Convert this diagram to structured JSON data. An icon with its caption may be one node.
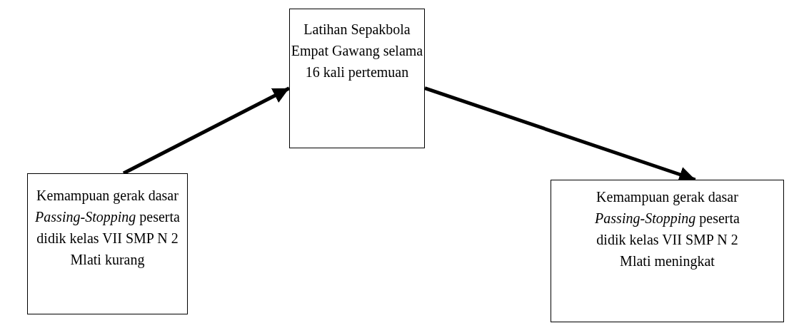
{
  "diagram": {
    "nodes": [
      {
        "text": [
          "Latihan Sepakbola Empat Gawang selama 16 kali pertemuan"
        ]
      },
      {
        "text": [
          "Kemampuan gerak dasar *Passing*-*Stopping* peserta didik kelas VII SMP N 2 Mlati kurang"
        ]
      },
      {
        "text": [
          "Kemampuan gerak dasar *Passing*-*Stopping* peserta didik kelas VII SMP N 2 Mlati meningkat"
        ]
      }
    ],
    "edges": [
      {
        "from": 1,
        "to": 0,
        "arrow": "to"
      },
      {
        "from": 0,
        "to": 2,
        "arrow": "to"
      }
    ]
  }
}
